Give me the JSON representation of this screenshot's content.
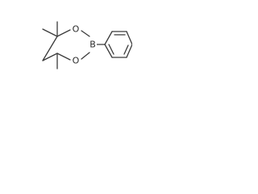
{
  "structure": {
    "atoms": {
      "ring_oxygen_top": "O",
      "ring_oxygen_bottom": "O",
      "boron": "B"
    },
    "substituents": [
      "methyl",
      "methyl",
      "methyl",
      "phenyl"
    ]
  },
  "colors": {
    "bond": "#3a3a3a",
    "label": "#2a2a2a",
    "background": "#ffffff"
  }
}
